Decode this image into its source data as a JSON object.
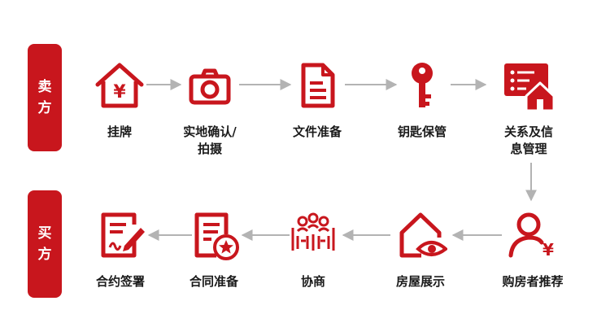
{
  "seller": {
    "tab_label_1": "卖",
    "tab_label_2": "方",
    "steps": [
      {
        "label": "挂牌",
        "icon": "house-yen-icon"
      },
      {
        "label": "实地确认/\n拍摄",
        "icon": "camera-icon"
      },
      {
        "label": "文件准备",
        "icon": "document-icon"
      },
      {
        "label": "钥匙保管",
        "icon": "key-icon"
      },
      {
        "label": "关系及信\n息管理",
        "icon": "info-house-icon"
      }
    ]
  },
  "buyer": {
    "tab_label_1": "买",
    "tab_label_2": "方",
    "steps": [
      {
        "label": "合约签署",
        "icon": "contract-sign-icon"
      },
      {
        "label": "合同准备",
        "icon": "contract-star-icon"
      },
      {
        "label": "协商",
        "icon": "meeting-icon"
      },
      {
        "label": "房屋展示",
        "icon": "house-eye-icon"
      },
      {
        "label": "购房者推荐",
        "icon": "buyer-yen-icon"
      }
    ],
    "yen_symbol": "¥"
  },
  "seller_yen_symbol": "¥",
  "colors": {
    "accent": "#c8161d",
    "arrow": "#b3b3b3",
    "text": "#1a1a1a"
  }
}
